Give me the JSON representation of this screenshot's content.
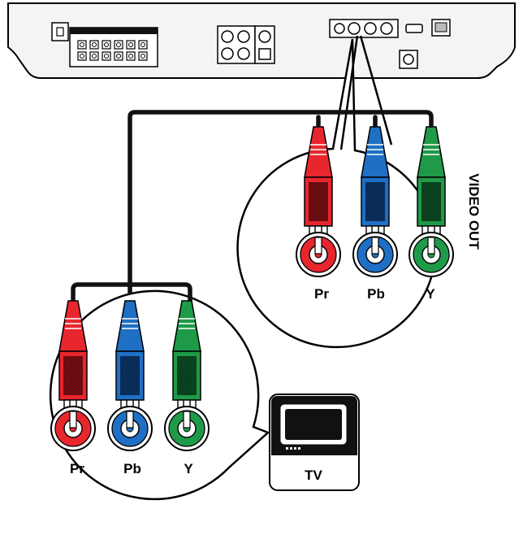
{
  "tv": {
    "label": "TV"
  },
  "video_out": {
    "title": "VIDEO OUT",
    "jacks": [
      {
        "label": "Pr",
        "color": "#e8262e"
      },
      {
        "label": "Pb",
        "color": "#1f6fc5"
      },
      {
        "label": "Y",
        "color": "#1f9a48"
      }
    ]
  },
  "tv_input": {
    "jacks": [
      {
        "label": "Pr",
        "color": "#e8262e"
      },
      {
        "label": "Pb",
        "color": "#1f6fc5"
      },
      {
        "label": "Y",
        "color": "#1f9a48"
      }
    ]
  },
  "colors": {
    "red": "#e8262e",
    "red_dark": "#8a1015",
    "blue": "#1f6fc5",
    "blue_dark": "#0d3a73",
    "green": "#1f9a48",
    "green_dark": "#0c5426",
    "cable": "#111111",
    "panel": "#f2f2f2"
  }
}
